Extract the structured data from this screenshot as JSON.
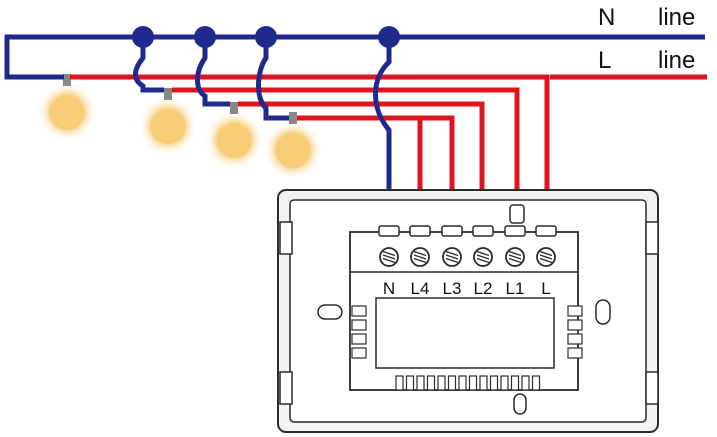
{
  "labels": {
    "n_letter": "N",
    "n_word": "line",
    "l_letter": "L",
    "l_word": "line"
  },
  "terminals": [
    "N",
    "L4",
    "L3",
    "L2",
    "L1",
    "L"
  ],
  "colors": {
    "neutral": "#1f2a8c",
    "live": "#e0141e",
    "device_outline": "#2b2b2b",
    "device_fill": "#f2f2f2",
    "bulb_glow": "#f4c86a"
  },
  "icons": {
    "bulb": "light-bulb-icon",
    "terminal": "screw-terminal-icon"
  }
}
